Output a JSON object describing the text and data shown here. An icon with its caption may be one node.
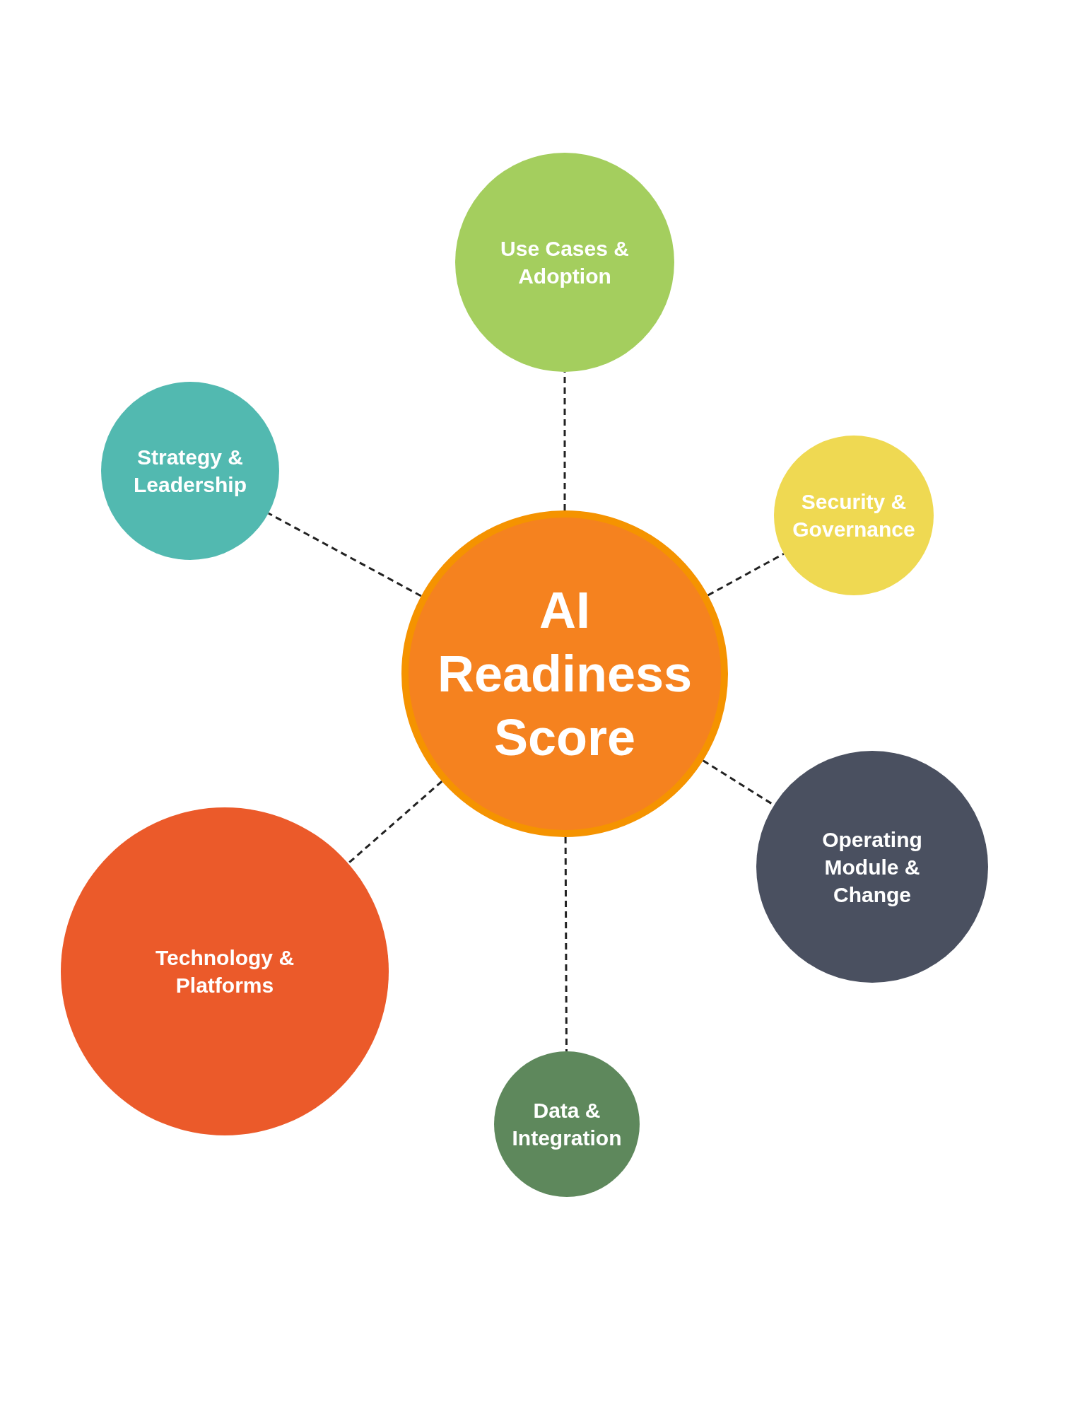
{
  "diagram": {
    "nodes": [
      {
        "text": [
          "Use Cases & Adoption"
        ]
      },
      {
        "text": [
          "Strategy & Leadership"
        ]
      },
      {
        "text": [
          "Security & Governance"
        ]
      },
      {
        "text": [
          "AI Readiness Score"
        ]
      },
      {
        "text": [
          "Operating Module & Change"
        ]
      },
      {
        "text": [
          "Technology & Platforms"
        ]
      },
      {
        "text": [
          "Data & Integration"
        ]
      }
    ],
    "edges": [
      {
        "from": 3,
        "to": 0,
        "arrow": "none",
        "style": "dashed"
      },
      {
        "from": 3,
        "to": 1,
        "arrow": "none",
        "style": "dashed"
      },
      {
        "from": 3,
        "to": 2,
        "arrow": "none",
        "style": "dashed"
      },
      {
        "from": 3,
        "to": 4,
        "arrow": "none",
        "style": "dashed"
      },
      {
        "from": 3,
        "to": 5,
        "arrow": "none",
        "style": "dashed"
      },
      {
        "from": 3,
        "to": 6,
        "arrow": "none",
        "style": "dashed"
      }
    ]
  }
}
